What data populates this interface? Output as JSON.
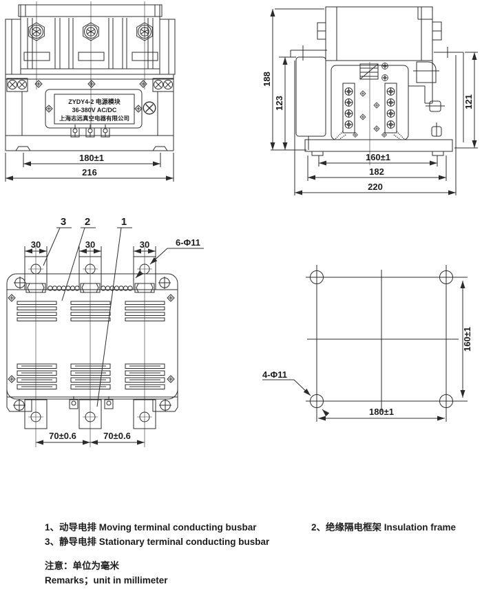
{
  "front_view": {
    "nameplate": {
      "line1": "ZYDY4-2 电源模块",
      "line2": "36-380V AC/DC",
      "line3": "上海志远真空电器有限公司"
    },
    "dims": {
      "feet_span": "180±1",
      "overall_width": "216"
    }
  },
  "side_view": {
    "dims": {
      "overall_height": "188",
      "body_height": "123",
      "right_height": "121",
      "feet_span": "160±1",
      "base_width": "182",
      "overall_width": "220"
    }
  },
  "busbar_view": {
    "callouts": {
      "c1": "1",
      "c2": "2",
      "c3": "3"
    },
    "dims": {
      "busbar_width": "30",
      "pole_pitch": "70±0.6"
    },
    "hole_label": "6-Φ11"
  },
  "mounting_view": {
    "hole_label": "4-Φ11",
    "dims": {
      "vertical_pitch": "160±1",
      "horizontal_pitch": "180±1"
    }
  },
  "legend": {
    "item1": "1、动导电排 Moving terminal conducting busbar",
    "item2": "2、绝缘隔电框架 Insulation frame",
    "item3": "3、静导电排 Stationary terminal conducting busbar",
    "note_cn": "注意：单位为毫米",
    "note_en": "Remarks；unit in millimeter"
  }
}
